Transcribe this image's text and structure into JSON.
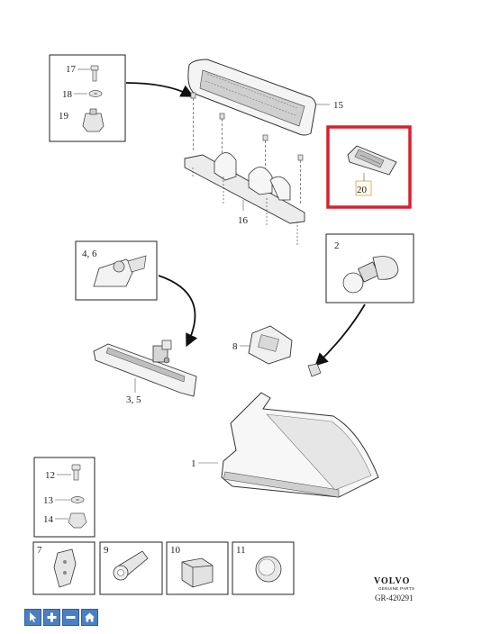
{
  "callouts": {
    "c17": "17",
    "c18": "18",
    "c19": "19",
    "c15": "15",
    "c16": "16",
    "c20": "20",
    "c46": "4, 6",
    "c2": "2",
    "c8": "8",
    "c35": "3, 5",
    "c1": "1",
    "c12": "12",
    "c13": "13",
    "c14": "14",
    "c7": "7",
    "c9": "9",
    "c10": "10",
    "c11": "11"
  },
  "brand": {
    "name": "VOLVO",
    "sub": "GENUINE PARTS",
    "ref": "GR-420291"
  },
  "highlight_color": "#d9202a",
  "toolbar": {
    "buttons": [
      {
        "name": "cursor-icon"
      },
      {
        "name": "zoom-in-icon"
      },
      {
        "name": "zoom-out-icon"
      },
      {
        "name": "home-icon"
      }
    ]
  }
}
